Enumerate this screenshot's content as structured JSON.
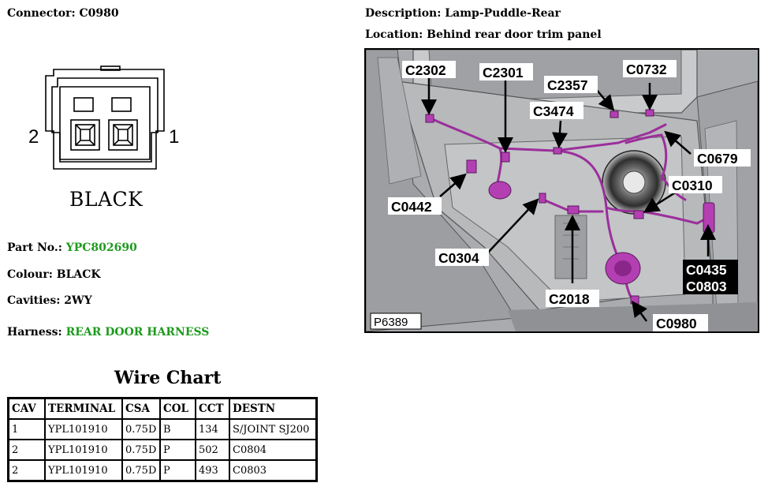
{
  "connector": {
    "label": "Connector:",
    "id": "C0980",
    "pin_left": "2",
    "pin_right": "1",
    "color_label": "BLACK"
  },
  "description": {
    "label": "Description:",
    "value": "Lamp-Puddle-Rear"
  },
  "location": {
    "label": "Location:",
    "value": "Behind rear door trim panel"
  },
  "part": {
    "label": "Part No.:",
    "value": "YPC802690"
  },
  "colour": {
    "label": "Colour:",
    "value": "BLACK"
  },
  "cavities": {
    "label": "Cavities:",
    "value": "2WY"
  },
  "harness": {
    "label": "Harness:",
    "value": "REAR DOOR HARNESS"
  },
  "wire_chart": {
    "title": "Wire Chart",
    "headers": [
      "CAV",
      "TERMINAL",
      "CSA",
      "COL",
      "CCT",
      "DESTN"
    ],
    "rows": [
      [
        "1",
        "YPL101910",
        "0.75D",
        "B",
        "134",
        "S/JOINT SJ200"
      ],
      [
        "2",
        "YPL101910",
        "0.75D",
        "P",
        "502",
        "C0804"
      ],
      [
        "2",
        "YPL101910",
        "0.75D",
        "P",
        "493",
        "C0803"
      ]
    ]
  },
  "diagram": {
    "figure_id": "P6389",
    "callouts": [
      "C2302",
      "C2301",
      "C2357",
      "C0732",
      "C3474",
      "C0679",
      "C0310",
      "C0442",
      "C0304",
      "C2018",
      "C0435",
      "C0803",
      "C0980"
    ],
    "harness_color": "#9b2f9b",
    "panel_color": "#a8aaad"
  }
}
